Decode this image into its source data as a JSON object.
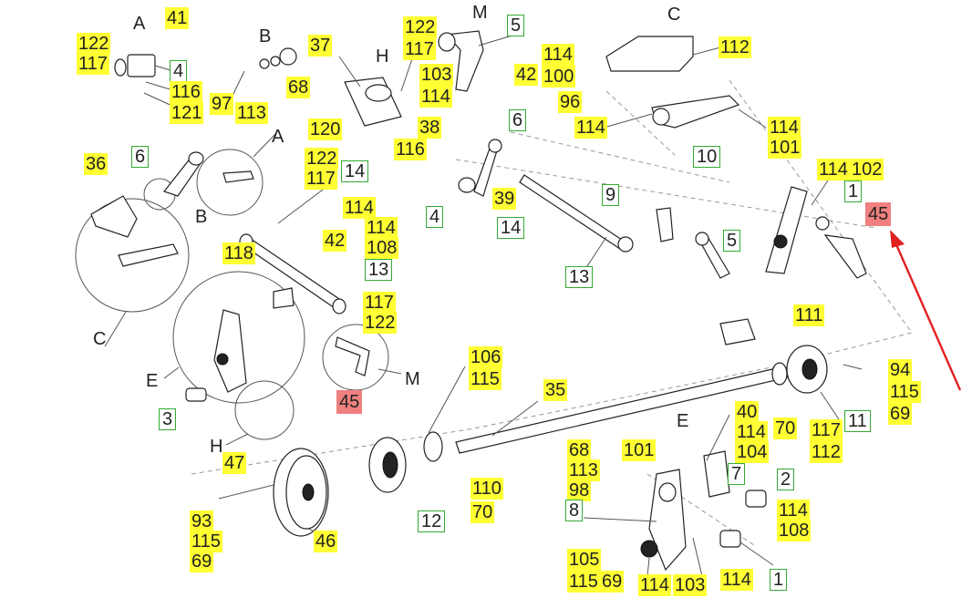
{
  "labels": [
    {
      "t": "122",
      "s": "y"
    },
    {
      "t": "117",
      "s": "y"
    },
    {
      "t": "A",
      "s": "t"
    },
    {
      "t": "41",
      "s": "y"
    },
    {
      "t": "4",
      "s": "g"
    },
    {
      "t": "116",
      "s": "y"
    },
    {
      "t": "121",
      "s": "y"
    },
    {
      "t": "B",
      "s": "t"
    },
    {
      "t": "97",
      "s": "y"
    },
    {
      "t": "113",
      "s": "y"
    },
    {
      "t": "68",
      "s": "y"
    },
    {
      "t": "37",
      "s": "y"
    },
    {
      "t": "H",
      "s": "t"
    },
    {
      "t": "38",
      "s": "y"
    },
    {
      "t": "120",
      "s": "y"
    },
    {
      "t": "116",
      "s": "y"
    },
    {
      "t": "122",
      "s": "y"
    },
    {
      "t": "117",
      "s": "y"
    },
    {
      "t": "103",
      "s": "y"
    },
    {
      "t": "114",
      "s": "y"
    },
    {
      "t": "M",
      "s": "t"
    },
    {
      "t": "5",
      "s": "g"
    },
    {
      "t": "42",
      "s": "y"
    },
    {
      "t": "114",
      "s": "y"
    },
    {
      "t": "100",
      "s": "y"
    },
    {
      "t": "96",
      "s": "y"
    },
    {
      "t": "C",
      "s": "t"
    },
    {
      "t": "112",
      "s": "y"
    },
    {
      "t": "114",
      "s": "y"
    },
    {
      "t": "10",
      "s": "g"
    },
    {
      "t": "114",
      "s": "y"
    },
    {
      "t": "101",
      "s": "y"
    },
    {
      "t": "36",
      "s": "y"
    },
    {
      "t": "6",
      "s": "g"
    },
    {
      "t": "A",
      "s": "t"
    },
    {
      "t": "B",
      "s": "t"
    },
    {
      "t": "C",
      "s": "t"
    },
    {
      "t": "122",
      "s": "y"
    },
    {
      "t": "117",
      "s": "y"
    },
    {
      "t": "14",
      "s": "g"
    },
    {
      "t": "6",
      "s": "g"
    },
    {
      "t": "4",
      "s": "g"
    },
    {
      "t": "39",
      "s": "y"
    },
    {
      "t": "14",
      "s": "g"
    },
    {
      "t": "9",
      "s": "g"
    },
    {
      "t": "5",
      "s": "g"
    },
    {
      "t": "13",
      "s": "g"
    },
    {
      "t": "114",
      "s": "y"
    },
    {
      "t": "102",
      "s": "y"
    },
    {
      "t": "1",
      "s": "g"
    },
    {
      "t": "45",
      "s": "r"
    },
    {
      "t": "118",
      "s": "y"
    },
    {
      "t": "42",
      "s": "y"
    },
    {
      "t": "114",
      "s": "y"
    },
    {
      "t": "114",
      "s": "y"
    },
    {
      "t": "108",
      "s": "y"
    },
    {
      "t": "13",
      "s": "g"
    },
    {
      "t": "117",
      "s": "y"
    },
    {
      "t": "122",
      "s": "y"
    },
    {
      "t": "E",
      "s": "t"
    },
    {
      "t": "M",
      "s": "t"
    },
    {
      "t": "45",
      "s": "r"
    },
    {
      "t": "3",
      "s": "g"
    },
    {
      "t": "H",
      "s": "t"
    },
    {
      "t": "106",
      "s": "y"
    },
    {
      "t": "115",
      "s": "y"
    },
    {
      "t": "35",
      "s": "y"
    },
    {
      "t": "111",
      "s": "y"
    },
    {
      "t": "94",
      "s": "y"
    },
    {
      "t": "115",
      "s": "y"
    },
    {
      "t": "69",
      "s": "y"
    },
    {
      "t": "70",
      "s": "y"
    },
    {
      "t": "117",
      "s": "y"
    },
    {
      "t": "112",
      "s": "y"
    },
    {
      "t": "11",
      "s": "g"
    },
    {
      "t": "40",
      "s": "y"
    },
    {
      "t": "114",
      "s": "y"
    },
    {
      "t": "104",
      "s": "y"
    },
    {
      "t": "E",
      "s": "t"
    },
    {
      "t": "101",
      "s": "y"
    },
    {
      "t": "68",
      "s": "y"
    },
    {
      "t": "113",
      "s": "y"
    },
    {
      "t": "98",
      "s": "y"
    },
    {
      "t": "8",
      "s": "g"
    },
    {
      "t": "7",
      "s": "g"
    },
    {
      "t": "2",
      "s": "g"
    },
    {
      "t": "114",
      "s": "y"
    },
    {
      "t": "108",
      "s": "y"
    },
    {
      "t": "47",
      "s": "y"
    },
    {
      "t": "93",
      "s": "y"
    },
    {
      "t": "115",
      "s": "y"
    },
    {
      "t": "69",
      "s": "y"
    },
    {
      "t": "46",
      "s": "y"
    },
    {
      "t": "12",
      "s": "g"
    },
    {
      "t": "110",
      "s": "y"
    },
    {
      "t": "70",
      "s": "y"
    },
    {
      "t": "105",
      "s": "y"
    },
    {
      "t": "115",
      "s": "y"
    },
    {
      "t": "69",
      "s": "y"
    },
    {
      "t": "114",
      "s": "y"
    },
    {
      "t": "103",
      "s": "y"
    },
    {
      "t": "114",
      "s": "y"
    },
    {
      "t": "1",
      "s": "g"
    }
  ],
  "colors": {
    "highlight": "#ffff33",
    "green_box": "#33aa33",
    "red_box": "#f08080",
    "arrow": "#e02020"
  }
}
